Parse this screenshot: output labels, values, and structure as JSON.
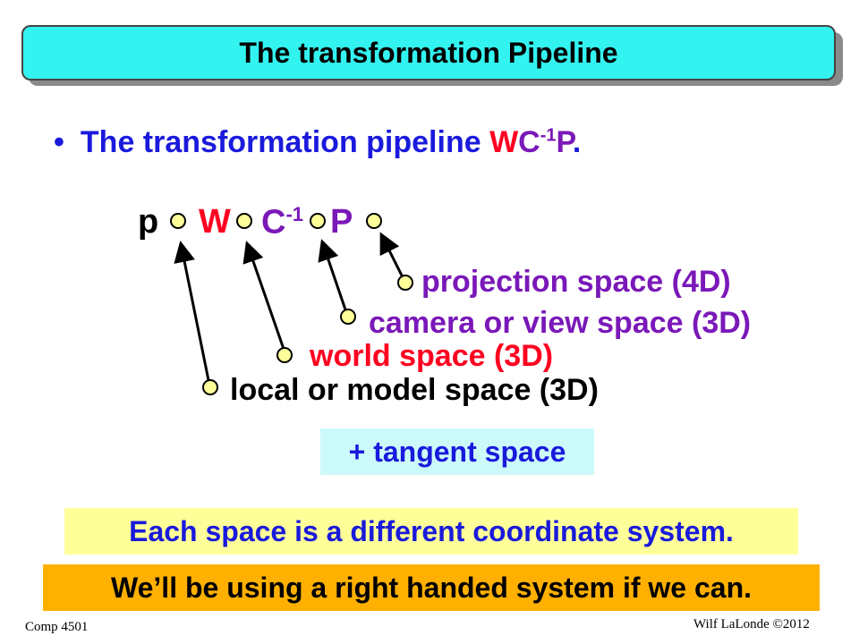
{
  "title": "The transformation Pipeline",
  "bullet": {
    "prefix": "The transformation pipeline ",
    "w": "W",
    "c": "C",
    "exp": "-1",
    "p": "P",
    "suffix": "."
  },
  "pipeline": {
    "p": "p",
    "w": "W",
    "c": "C",
    "exp": "-1",
    "proj": "P"
  },
  "spaces": {
    "projection": "projection space (4D)",
    "camera": "camera or view space (3D)",
    "world": "world space (3D)",
    "local": "local or model space (3D)"
  },
  "tangent": "+ tangent space",
  "note1": "Each space is a different coordinate system.",
  "note2": "We’ll be using a right handed system if we can.",
  "footer": {
    "left": "Comp 4501",
    "right": "Wilf LaLonde ©2012"
  },
  "colors": {
    "title_bg": "#33f3f0",
    "blue": "#1a1adc",
    "red": "#ff0020",
    "purple": "#7a18b8",
    "node_fill": "#ffff9a",
    "tangent_bg": "#ccfafa",
    "note1_bg": "#ffff9a",
    "note2_bg": "#ffb000"
  }
}
